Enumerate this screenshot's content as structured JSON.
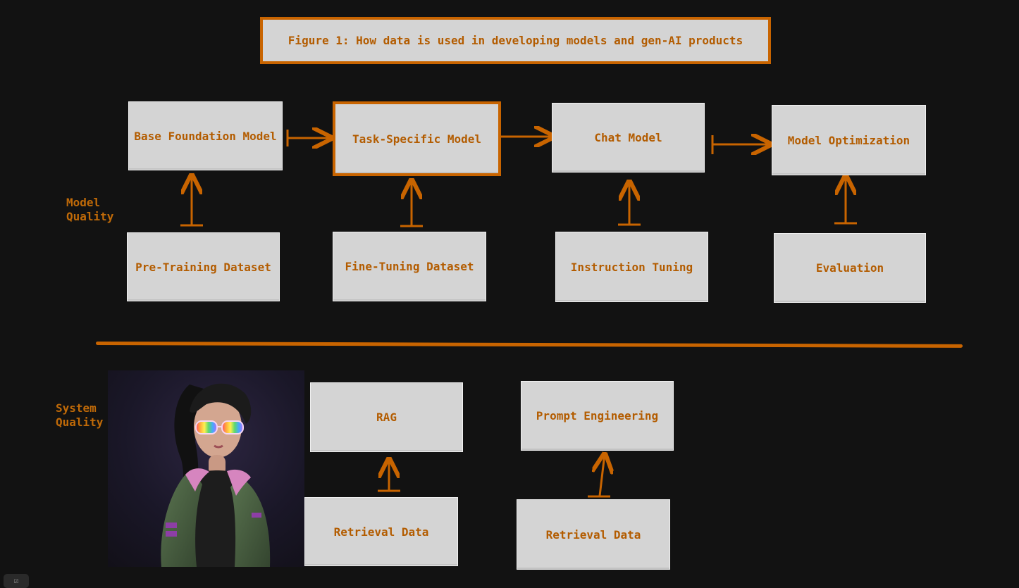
{
  "figure": {
    "title": "Figure 1: How data is used in developing models and gen-AI products"
  },
  "sections": {
    "model_quality_label": "Model\nQuality",
    "system_quality_label": "System\nQuality"
  },
  "model_pipeline": {
    "models": [
      "Base Foundation Model",
      "Task-Specific Model",
      "Chat Model",
      "Model Optimization"
    ],
    "inputs": [
      "Pre-Training Dataset",
      "Fine-Tuning Dataset",
      "Instruction Tuning",
      "Evaluation"
    ]
  },
  "system_pipeline": {
    "components": [
      "RAG",
      "Prompt Engineering"
    ],
    "inputs": [
      "Retrieval Data",
      "Retrieval Data"
    ]
  },
  "colors": {
    "accent": "#c86400",
    "node_fill": "#d4d4d4",
    "text": "#b35c00",
    "background": "#121212"
  },
  "icons": {
    "avatar": "stylized-avatar-illustration",
    "chip": "checkbox-icon"
  }
}
